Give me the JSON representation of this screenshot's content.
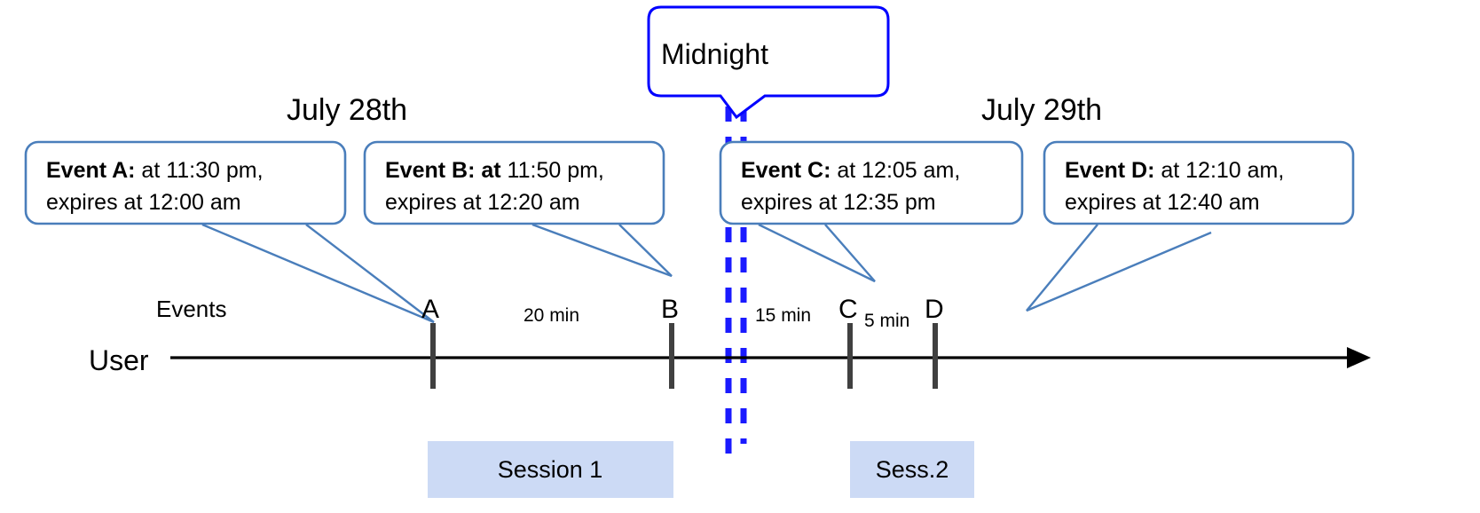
{
  "diagram": {
    "title": "Event expiry across midnight session timeline",
    "colors": {
      "callout_border": "#4a7ebb",
      "midnight_border": "#0000ff",
      "midnight_dash": "#1a1aff",
      "session_fill": "#ccdaf5",
      "tick": "#404040",
      "axis": "#000000",
      "leader": "#4a7ebb",
      "text": "#000000",
      "background": "#ffffff"
    },
    "midnight_callout": {
      "label": "Midnight"
    },
    "dates": {
      "left": "July 28th",
      "right": "July 29th"
    },
    "axis": {
      "row_label": "User",
      "events_label": "Events"
    },
    "callouts": [
      {
        "id": "event-a",
        "bold": "Event A:",
        "line1_rest": " at 11:30 pm,",
        "line2": "expires at 12:00 am"
      },
      {
        "id": "event-b",
        "bold": "Event B: at",
        "line1_rest": " 11:50 pm,",
        "line2": "expires at 12:20 am"
      },
      {
        "id": "event-c",
        "bold": "Event C:",
        "line1_rest": " at 12:05 am,",
        "line2": "expires at 12:35 pm"
      },
      {
        "id": "event-d",
        "bold": "Event D:",
        "line1_rest": "  at 12:10 am,",
        "line2": "expires at 12:40 am"
      }
    ],
    "events": [
      {
        "id": "event-tick-a",
        "letter": "A"
      },
      {
        "id": "event-tick-b",
        "letter": "B"
      },
      {
        "id": "event-tick-c",
        "letter": "C"
      },
      {
        "id": "event-tick-d",
        "letter": "D"
      }
    ],
    "gaps": [
      {
        "id": "gap-a-b",
        "label": "20 min"
      },
      {
        "id": "gap-b-c",
        "label": "15 min"
      },
      {
        "id": "gap-c-d",
        "label": "5 min"
      }
    ],
    "sessions": [
      {
        "id": "session-1",
        "label": "Session 1"
      },
      {
        "id": "session-2",
        "label": "Sess.2"
      }
    ]
  }
}
